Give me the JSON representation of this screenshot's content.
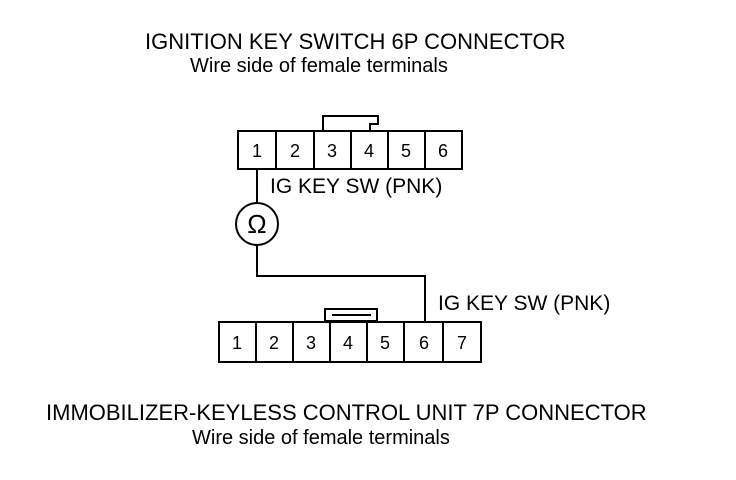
{
  "ignition_connector": {
    "title": "IGNITION KEY SWITCH 6P CONNECTOR",
    "subtitle": "Wire side of female terminals",
    "pins": [
      "1",
      "2",
      "3",
      "4",
      "5",
      "6"
    ],
    "wire_label": "IG KEY SW (PNK)"
  },
  "immobilizer_connector": {
    "title": "IMMOBILIZER-KEYLESS CONTROL UNIT 7P CONNECTOR",
    "subtitle": "Wire side of female terminals",
    "pins": [
      "1",
      "2",
      "3",
      "4",
      "5",
      "6",
      "7"
    ],
    "wire_label": "IG KEY SW (PNK)"
  },
  "meter": {
    "symbol": "Ω"
  }
}
